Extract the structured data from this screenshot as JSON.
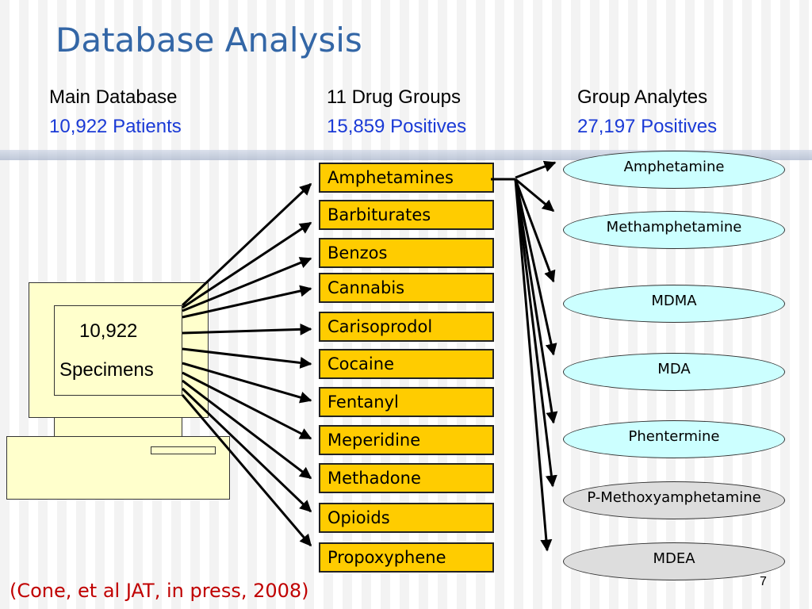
{
  "slide": {
    "title": "Database Analysis",
    "page_number": "7",
    "citation": "(Cone, et al JAT, in press, 2008)"
  },
  "columns": [
    {
      "heading": "Main Database",
      "value": "10,922 Patients"
    },
    {
      "heading": "11 Drug Groups",
      "value": "15,859 Positives"
    },
    {
      "heading": "Group Analytes",
      "value": "27,197 Positives"
    }
  ],
  "computer": {
    "count": "10,922",
    "label": "Specimens"
  },
  "drug_groups": [
    "Amphetamines",
    "Barbiturates",
    "Benzos",
    "Cannabis",
    "Carisoprodol",
    "Cocaine",
    "Fentanyl",
    "Meperidine",
    "Methadone",
    "Opioids",
    "Propoxyphene"
  ],
  "analytes": [
    {
      "name": "Amphetamine",
      "style": "blue"
    },
    {
      "name": "Methamphetamine",
      "style": "blue"
    },
    {
      "name": "MDMA",
      "style": "blue"
    },
    {
      "name": "MDA",
      "style": "blue"
    },
    {
      "name": "Phentermine",
      "style": "blue"
    },
    {
      "name": "P-Methoxyamphetamine",
      "style": "gray"
    },
    {
      "name": "MDEA",
      "style": "gray"
    }
  ],
  "colors": {
    "title": "#3366a6",
    "stat_value": "#1a3ad6",
    "drug_box": "#ffcc00",
    "analyte_primary": "#ccffff",
    "analyte_secondary": "#dddddd",
    "computer": "#ffffcc",
    "citation": "#c00000"
  }
}
